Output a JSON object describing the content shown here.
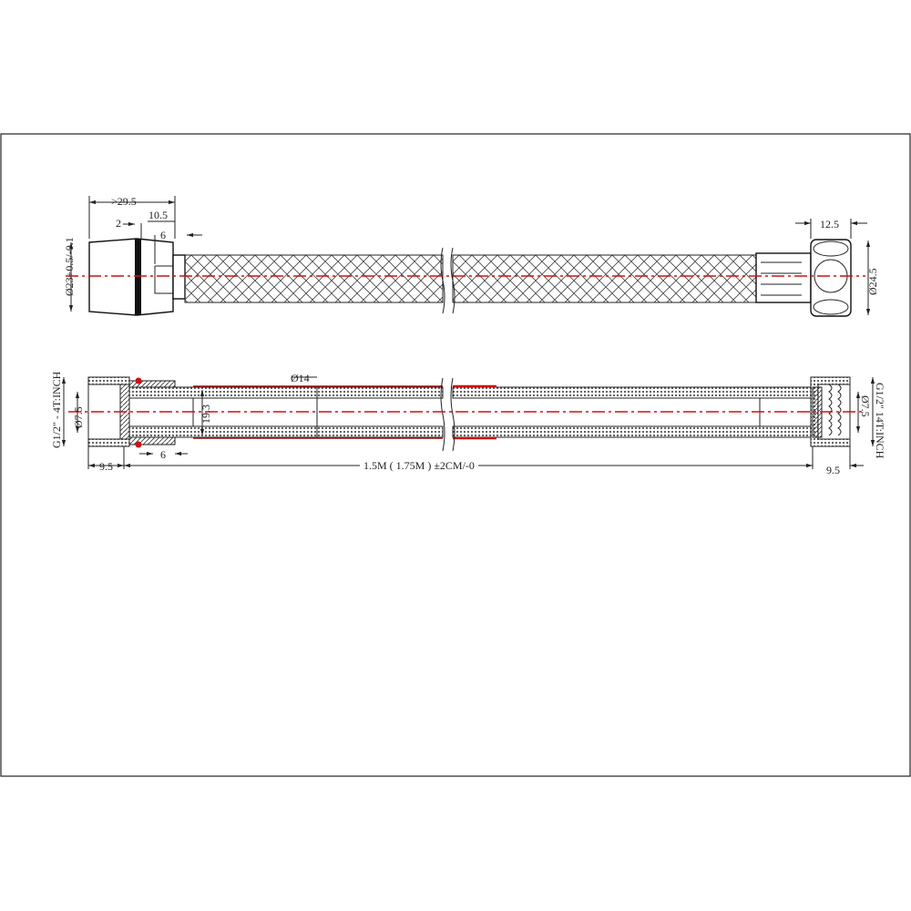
{
  "drawing": {
    "colors": {
      "line": "#222222",
      "centerline": "#d01010",
      "frame": "#222222"
    },
    "top_view": {
      "dims": {
        "overall_nut": ">29.5",
        "band": "2",
        "cone": "10.5",
        "ferrule": "6",
        "nut_diameter": "Ø23+0.5/-0.1",
        "hex_width": "12.5",
        "hex_diameter": "Ø24.5"
      }
    },
    "section_view": {
      "dims": {
        "hose_diameter": "Ø14",
        "left_thread": "G1/2\" - 4T:INCH",
        "left_bore": "Ø7.5",
        "ferrule_dia": "19.3",
        "ferrule_len": "6",
        "left_end": "9.5",
        "length": "1.5M ( 1.75M ) ±2CM/-0",
        "right_end": "9.5",
        "right_bore": "Ø7.5",
        "right_thread": "G1/2\" 14T:INCH"
      }
    }
  }
}
